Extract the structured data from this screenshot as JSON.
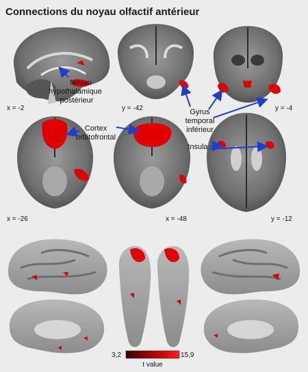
{
  "title": "Connections du noyau olfactif antérieur",
  "coords": [
    "x = -2",
    "y = -42",
    "y = -4",
    "x = -26",
    "x = -48",
    "y = -12"
  ],
  "annotations": {
    "hypothalamus": [
      "Noyau",
      "hypothalamique",
      "postérieur"
    ],
    "orbitofrontal": [
      "Cortex",
      "orbitofrontal"
    ],
    "temporal": [
      "Gyrus",
      "temporal",
      "inférieur"
    ],
    "insula": [
      "Insula"
    ]
  },
  "colorbar": {
    "min": "3,2",
    "max": "15,9",
    "label": "t value"
  },
  "colors": {
    "activation": "#e00000",
    "arrow": "#1e3ecc",
    "background": "#ececec"
  }
}
